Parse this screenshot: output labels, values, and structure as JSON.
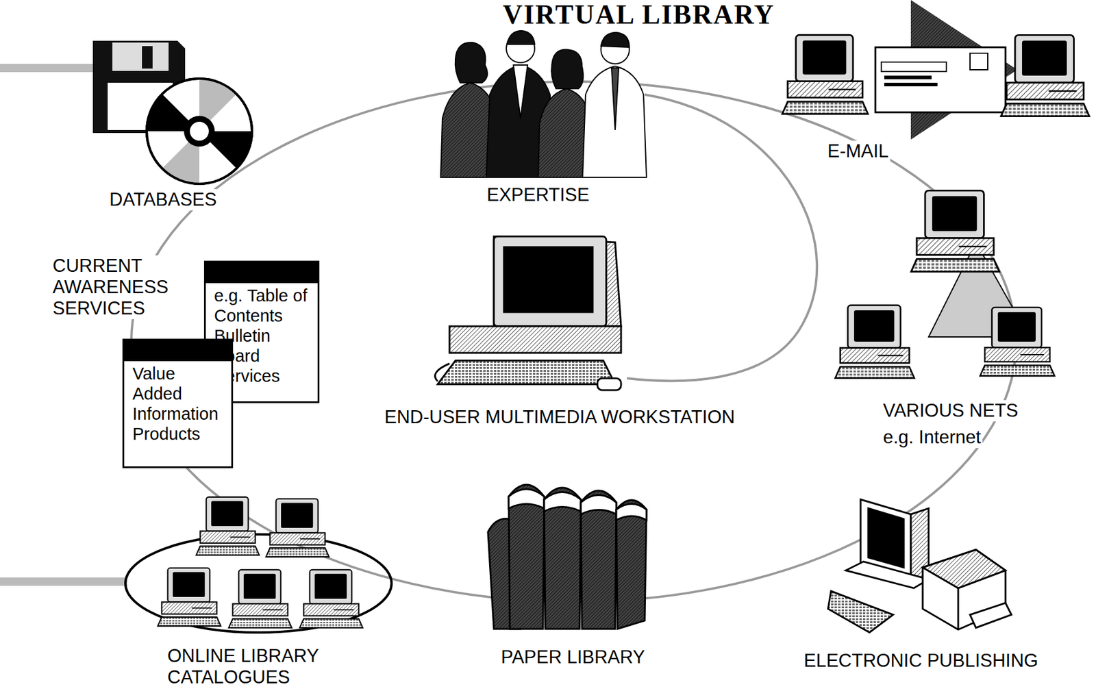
{
  "diagram": {
    "title": "VIRTUAL LIBRARY",
    "nodes": [
      {
        "text": [
          "e.g. Table of Contents Bulletin Board Services"
        ]
      },
      {
        "text": [
          "Value Added Information Products"
        ]
      }
    ],
    "labels": [
      "DATABASES",
      "EXPERTISE",
      "E-MAIL",
      "CURRENT AWARENESS SERVICES",
      "END-USER MULTIMEDIA WORKSTATION",
      "VARIOUS NETS",
      "e.g. Internet",
      "ONLINE LIBRARY CATALOGUES",
      "PAPER LIBRARY",
      "ELECTRONIC PUBLISHING"
    ]
  }
}
